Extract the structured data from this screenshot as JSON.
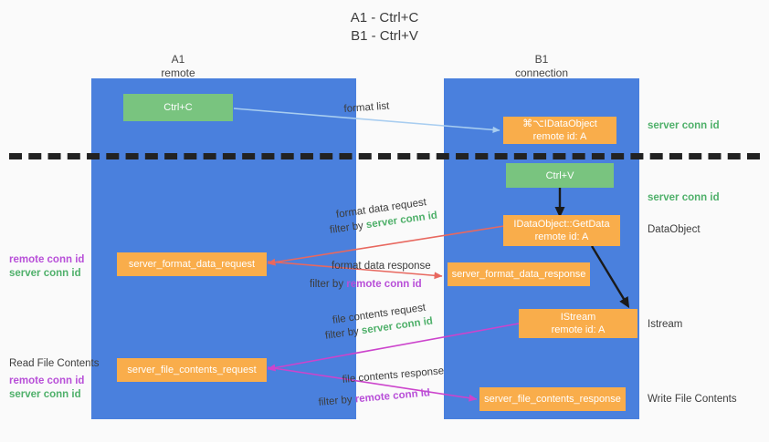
{
  "title": {
    "line1": "A1 - Ctrl+C",
    "line2": "B1 - Ctrl+V"
  },
  "colors": {
    "lane_blue": "#4a80dd",
    "box_orange": "#f9ad4b",
    "box_green": "#79c47f",
    "server_conn_green": "#4fb06a",
    "remote_conn_magenta": "#b84fd8",
    "arrow_light_blue": "#a8cdf0",
    "arrow_red": "#e8685f",
    "arrow_magenta": "#cc44cc",
    "arrow_black": "#1a1a1a",
    "background": "#fafafa"
  },
  "lanes": [
    {
      "name": "A1",
      "sub": "remote"
    },
    {
      "name": "B1",
      "sub": "connection"
    }
  ],
  "boxes": {
    "ctrl_c": {
      "line1": "Ctrl+C"
    },
    "ctrl_v": {
      "line1": "Ctrl+V"
    },
    "idataobject_top": {
      "line1": "⌘⌥IDataObject",
      "line2": "remote id: A"
    },
    "idataobject_getdata": {
      "line1": "IDataObject::GetData",
      "line2": "remote id: A"
    },
    "istream": {
      "line1": "IStream",
      "line2": "remote id: A"
    },
    "server_format_data_request": {
      "line1": "server_format_data_request"
    },
    "server_format_data_response": {
      "line1": "server_format_data_response"
    },
    "server_file_contents_request": {
      "line1": "server_file_contents_request"
    },
    "server_file_contents_response": {
      "line1": "server_file_contents_response"
    }
  },
  "edge_labels": {
    "format_list": "format list",
    "format_data_request": "format data request",
    "format_data_request_filter_prefix": "filter by ",
    "format_data_request_filter_value": "server conn id",
    "format_data_response": "format data response",
    "format_data_response_filter_prefix": "filter by ",
    "format_data_response_filter_value": "remote conn id",
    "file_contents_request": "file contents request",
    "file_contents_request_filter_prefix": "filter by ",
    "file_contents_request_filter_value": "server conn id",
    "file_contents_response": "file contents response",
    "file_contents_response_filter_prefix": "filter by ",
    "file_contents_response_filter_value": "remote conn id"
  },
  "right_labels": {
    "server_conn_id_1": "server conn id",
    "server_conn_id_2": "server conn id",
    "dataobject": "DataObject",
    "istream": "Istream",
    "write_file_contents": "Write File Contents"
  },
  "left_labels": {
    "remote_conn_id_1": "remote conn id",
    "server_conn_id_1": "server conn id",
    "read_file_contents": "Read File Contents",
    "remote_conn_id_2": "remote conn id",
    "server_conn_id_2": "server conn id"
  }
}
